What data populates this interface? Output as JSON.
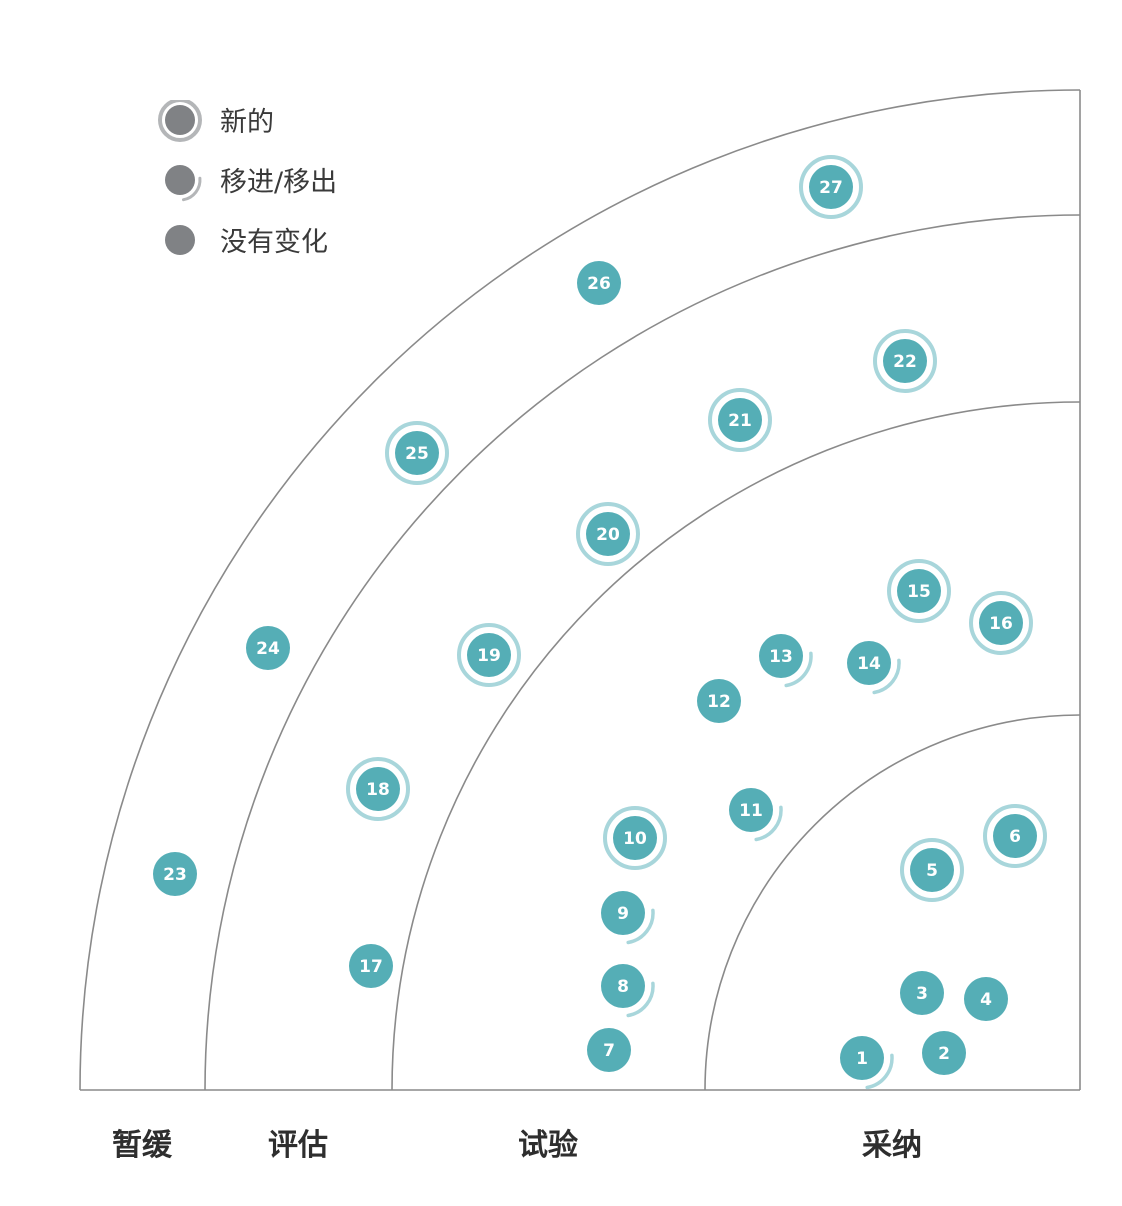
{
  "colors": {
    "blip": "#55aeb6",
    "blip_ring": "#a8d6db",
    "arc_line": "#8a8a8a",
    "legend_dot": "#808285",
    "legend_ring": "#b4b6b8"
  },
  "legend": [
    {
      "label": "新的",
      "icon": "new-ring-icon"
    },
    {
      "label": "移进/移出",
      "icon": "moved-arc-icon"
    },
    {
      "label": "没有变化",
      "icon": "no-change-dot-icon"
    }
  ],
  "rings": [
    {
      "label": "暂缓"
    },
    {
      "label": "评估"
    },
    {
      "label": "试验"
    },
    {
      "label": "采纳"
    }
  ],
  "blips": [
    {
      "n": 1,
      "status": "moved"
    },
    {
      "n": 2,
      "status": "none"
    },
    {
      "n": 3,
      "status": "none"
    },
    {
      "n": 4,
      "status": "none"
    },
    {
      "n": 5,
      "status": "new"
    },
    {
      "n": 6,
      "status": "new"
    },
    {
      "n": 7,
      "status": "none"
    },
    {
      "n": 8,
      "status": "moved"
    },
    {
      "n": 9,
      "status": "moved"
    },
    {
      "n": 10,
      "status": "new"
    },
    {
      "n": 11,
      "status": "moved"
    },
    {
      "n": 12,
      "status": "none"
    },
    {
      "n": 13,
      "status": "moved"
    },
    {
      "n": 14,
      "status": "moved"
    },
    {
      "n": 15,
      "status": "new"
    },
    {
      "n": 16,
      "status": "new"
    },
    {
      "n": 17,
      "status": "none"
    },
    {
      "n": 18,
      "status": "new"
    },
    {
      "n": 19,
      "status": "new"
    },
    {
      "n": 20,
      "status": "new"
    },
    {
      "n": 21,
      "status": "new"
    },
    {
      "n": 22,
      "status": "new"
    },
    {
      "n": 23,
      "status": "none"
    },
    {
      "n": 24,
      "status": "none"
    },
    {
      "n": 25,
      "status": "new"
    },
    {
      "n": 26,
      "status": "none"
    },
    {
      "n": 27,
      "status": "new"
    }
  ]
}
